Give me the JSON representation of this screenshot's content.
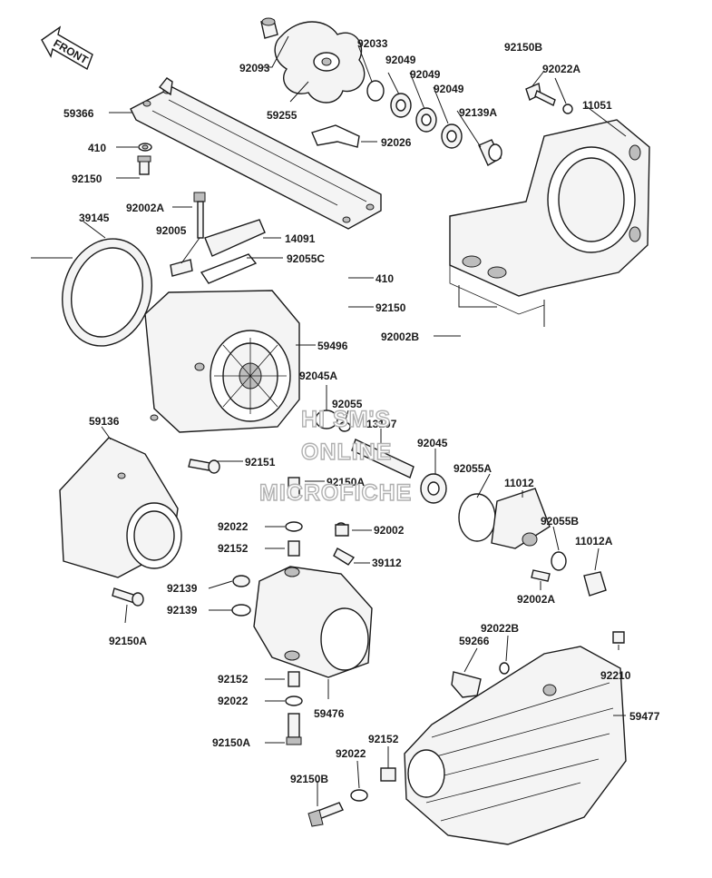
{
  "diagram": {
    "front_label": "FRONT",
    "watermark": [
      "HI SM'S",
      "ONLINE",
      "MICROFICHE"
    ],
    "part_labels": {
      "p92093": "92093",
      "p59255": "59255",
      "p92033": "92033",
      "p92049a": "92049",
      "p92049b": "92049",
      "p92049c": "92049",
      "p92139A": "92139A",
      "p92150B_top": "92150B",
      "p92022A_top": "92022A",
      "p11051": "11051",
      "p59366": "59366",
      "p410a": "410",
      "p92150a": "92150",
      "p92026": "92026",
      "p92002A_a": "92002A",
      "p39145": "39145",
      "p92005": "92005",
      "p14091": "14091",
      "p92055C": "92055C",
      "p410b": "410",
      "p92150b": "92150",
      "p92002B": "92002B",
      "p59496": "59496",
      "p92045A": "92045A",
      "p92055": "92055",
      "p13107": "13107",
      "p92045": "92045",
      "p59136": "59136",
      "p92151": "92151",
      "p92150A_mid": "92150A",
      "p92055A": "92055A",
      "p11012": "11012",
      "p92022a": "92022",
      "p92002": "92002",
      "p92152a": "92152",
      "p39112": "39112",
      "p92055B": "92055B",
      "p11012A": "11012A",
      "p92139a": "92139",
      "p92139b": "92139",
      "p92002A_b": "92002A",
      "p92150A_left": "92150A",
      "p59266": "59266",
      "p92022B": "92022B",
      "p92210": "92210",
      "p92152b": "92152",
      "p92022b": "92022",
      "p59476": "59476",
      "p59477": "59477",
      "p92150A_bot": "92150A",
      "p92022c": "92022",
      "p92152c": "92152",
      "p92150B_bot": "92150B"
    }
  }
}
